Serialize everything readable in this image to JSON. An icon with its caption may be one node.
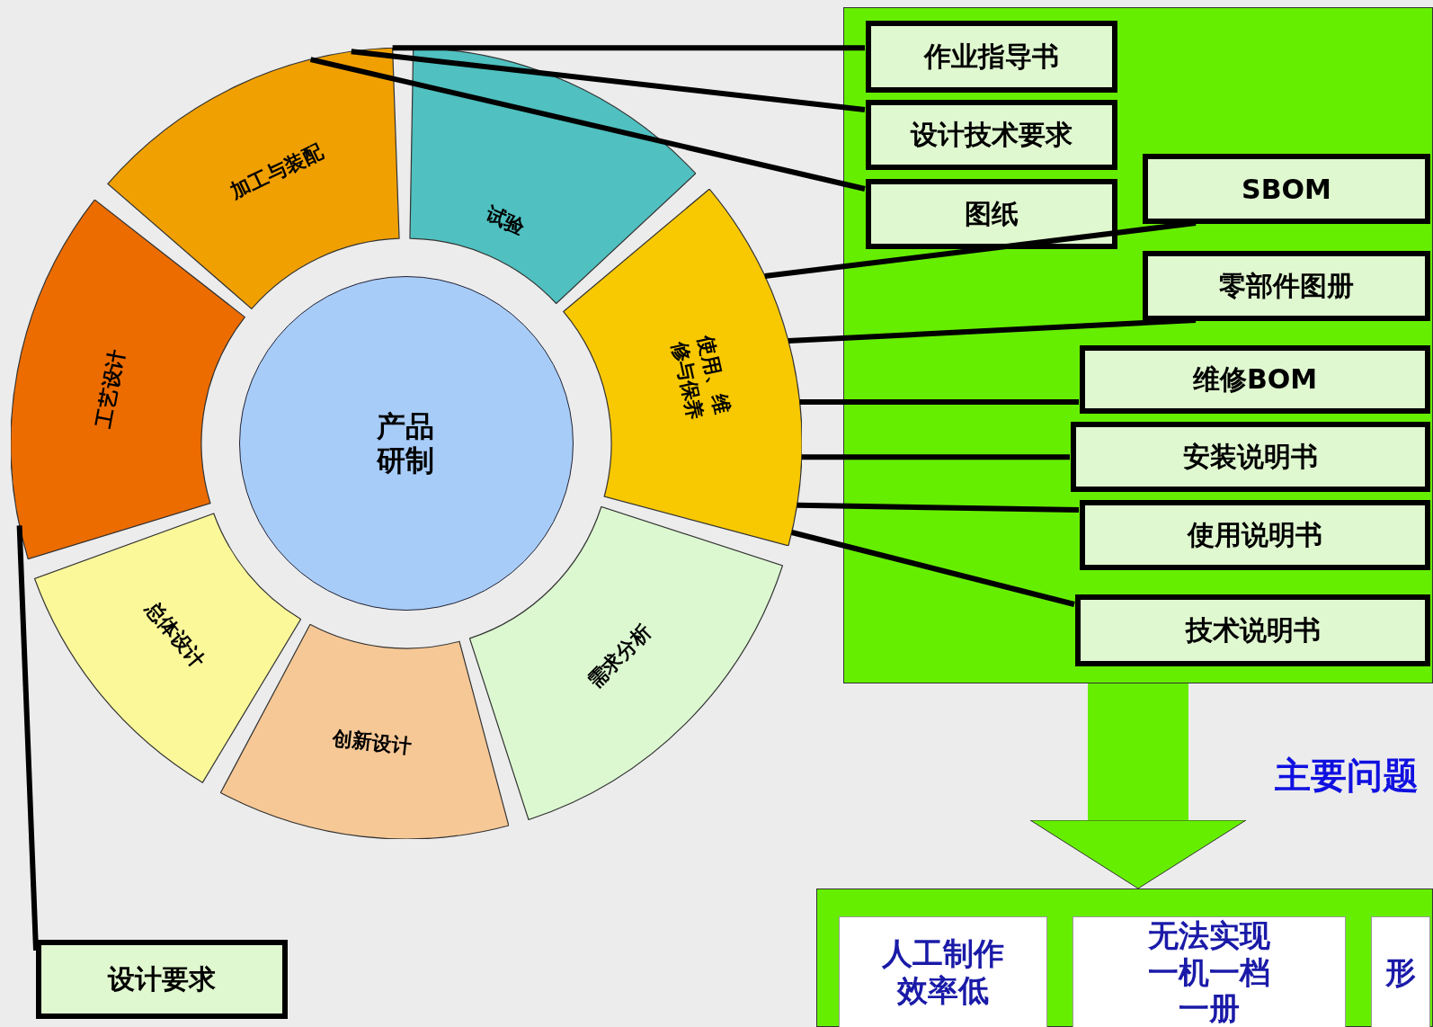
{
  "diagram": {
    "nodes": [
      {
        "text": [
          "产品研制"
        ]
      },
      {
        "text": [
          "需求分析"
        ]
      },
      {
        "text": [
          "创新设计"
        ]
      },
      {
        "text": [
          "总体设计"
        ]
      },
      {
        "text": [
          "工艺设计"
        ]
      },
      {
        "text": [
          "加工与装配"
        ]
      },
      {
        "text": [
          "试验"
        ]
      },
      {
        "text": [
          "使用、维修与保养"
        ]
      },
      {
        "text": [],
        "shape": "box"
      },
      {
        "text": [
          "作业指导书"
        ],
        "in": 8
      },
      {
        "text": [
          "设计技术要求"
        ],
        "in": 8
      },
      {
        "text": [
          "图纸"
        ],
        "in": 8
      },
      {
        "text": [
          "SBOM"
        ],
        "in": 8
      },
      {
        "text": [
          "零部件图册"
        ],
        "in": 8
      },
      {
        "text": [
          "维修BOM"
        ],
        "in": 8
      },
      {
        "text": [
          "安装说明书"
        ],
        "in": 8
      },
      {
        "text": [
          "使用说明书"
        ],
        "in": 8
      },
      {
        "text": [
          "技术说明书"
        ],
        "in": 8
      },
      {
        "text": [
          "设计要求"
        ]
      },
      {
        "text": [],
        "shape": "box"
      },
      {
        "text": [
          "人工制作效率低"
        ],
        "in": 19
      },
      {
        "text": [
          "无法实现一机一档一册"
        ],
        "in": 19
      },
      {
        "text": [
          "形"
        ],
        "in": 19
      }
    ],
    "edges": [
      {
        "from": 5,
        "to": 9,
        "arrow": "none"
      },
      {
        "from": 5,
        "to": 10,
        "arrow": "none"
      },
      {
        "from": 5,
        "to": 11,
        "arrow": "none"
      },
      {
        "from": 7,
        "to": 12,
        "arrow": "none"
      },
      {
        "from": 7,
        "to": 13,
        "arrow": "none"
      },
      {
        "from": 7,
        "to": 14,
        "arrow": "none"
      },
      {
        "from": 7,
        "to": 15,
        "arrow": "none"
      },
      {
        "from": 7,
        "to": 16,
        "arrow": "none"
      },
      {
        "from": 7,
        "to": 17,
        "arrow": "none"
      },
      {
        "from": 4,
        "to": 18,
        "arrow": "none"
      },
      {
        "from": 8,
        "to": 19,
        "arrow": "to",
        "style": "thick",
        "color": "#66ee00"
      }
    ],
    "labels": [
      "主要问题"
    ]
  }
}
